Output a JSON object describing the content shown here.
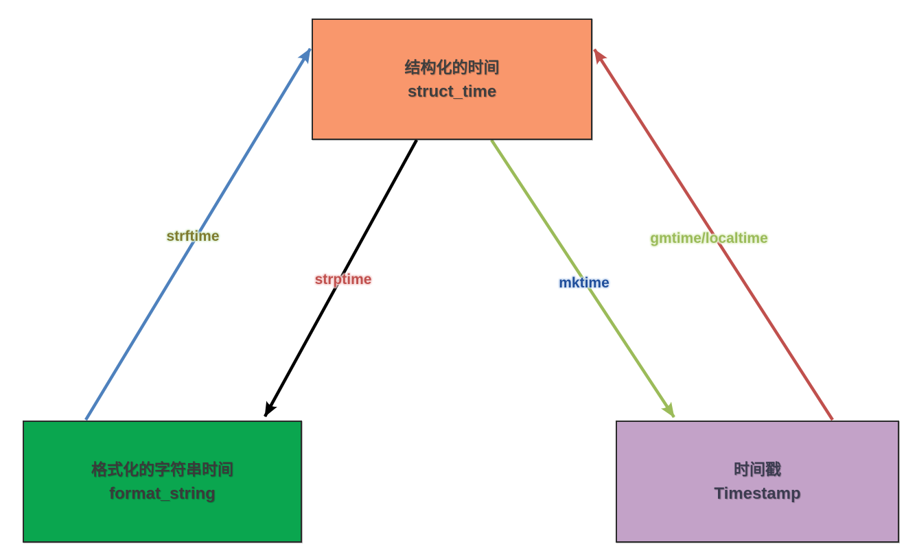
{
  "diagram": {
    "background": "#ffffff",
    "nodes": [
      {
        "id": "struct-time",
        "title_zh": "结构化的时间",
        "title_en": "struct_time",
        "fill": "#F9976C",
        "border": "#2B2B2B",
        "text_color": "#3F3F3F"
      },
      {
        "id": "format-string",
        "title_zh": "格式化的字符串时间",
        "title_en": "format_string",
        "fill": "#0AA64F",
        "border": "#2B2B2B",
        "text_color": "#3A3A3A"
      },
      {
        "id": "timestamp",
        "title_zh": "时间戳",
        "title_en": "Timestamp",
        "fill": "#C3A2C8",
        "border": "#2B2B2B",
        "text_color": "#3C3C50"
      }
    ],
    "edges": [
      {
        "label": "strftime",
        "from": "format-string",
        "to": "struct-time",
        "direction": "up",
        "arrow_color": "#4E81BD",
        "label_color": "#7E7B2E",
        "label_glow": "#dff0d8"
      },
      {
        "label": "strptime",
        "from": "struct-time",
        "to": "format-string",
        "direction": "down",
        "arrow_color": "#000000",
        "label_color": "#C0504D",
        "label_glow": "#f5d5d5"
      },
      {
        "label": "mktime",
        "from": "struct-time",
        "to": "timestamp",
        "direction": "down",
        "arrow_color": "#9BBB59",
        "label_color": "#1F4E9B",
        "label_glow": "#cfdef2"
      },
      {
        "label": "gmtime/localtime",
        "from": "timestamp",
        "to": "struct-time",
        "direction": "up",
        "arrow_color": "#C0504D",
        "label_color": "#9BBB59",
        "label_glow": "#e6f1d2"
      }
    ]
  }
}
